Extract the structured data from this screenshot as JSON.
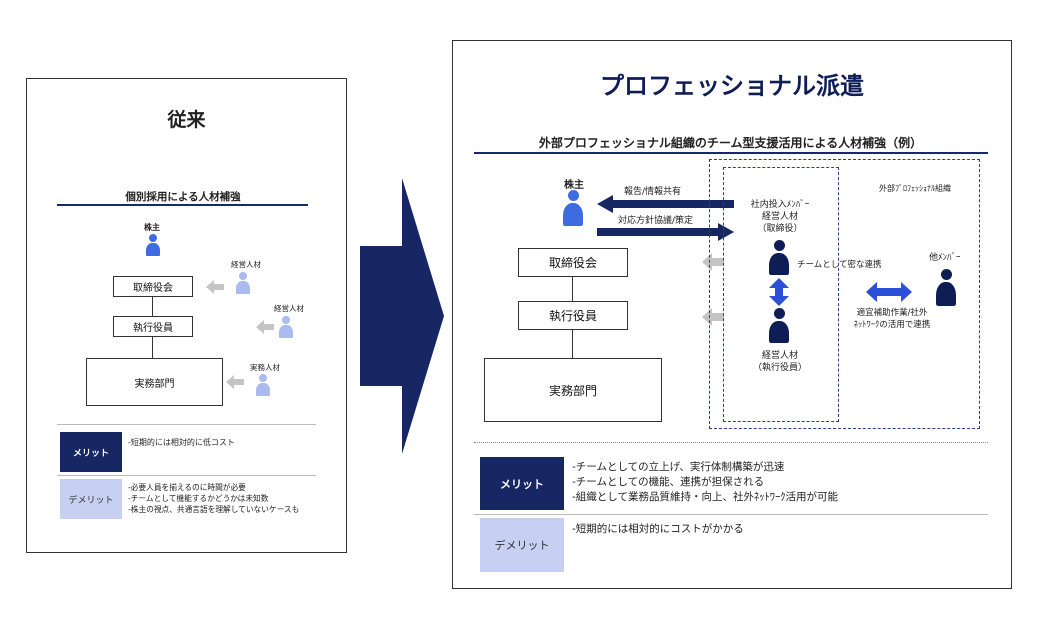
{
  "left": {
    "title": "従来",
    "subtitle": "個別採用による人材補強",
    "shareholder": "株主",
    "board": "取締役会",
    "executives": "執行役員",
    "operations": "実務部門",
    "talent1": "経営人材",
    "talent2": "経営人材",
    "talent3": "実務人材",
    "merit_label": "メリット",
    "merit_text": "-短期的には相対的に低コスト",
    "demerit_label": "デメリット",
    "demerit_lines": [
      "-必要人員を揃えるのに時間が必要",
      "-チームとして機能するかどうかは未知数",
      "-株主の視点、共通言語を理解していないケースも"
    ]
  },
  "right": {
    "title": "プロフェッショナル派遣",
    "subtitle": "外部プロフェッショナル組織のチーム型支援活用による人材補強（例）",
    "shareholder": "株主",
    "arrow_report": "報告/情報共有",
    "arrow_policy": "対応方針協議/策定",
    "board": "取締役会",
    "executives": "執行役員",
    "operations": "実務部門",
    "insourced_lines": [
      "社内投入ﾒﾝﾊﾞｰ",
      "経営人材",
      "（取締役）"
    ],
    "exec_talent_lines": [
      "経営人材",
      "（執行役員）"
    ],
    "team_link": "チームとして密な連携",
    "external_org": "外部ﾌﾟﾛﾌｪｯｼｮﾅﾙ組織",
    "other_member": "他ﾒﾝﾊﾞｰ",
    "support_lines": [
      "適宜補助作業/社外",
      "ﾈｯﾄﾜｰｸの活用で連携"
    ],
    "merit_label": "メリット",
    "merit_lines": [
      "-チームとしての立上げ、実行体制構築が迅速",
      "-チームとしての機能、連携が担保される",
      "-組織として業務品質維持・向上、社外ﾈｯﾄﾜｰｸ活用が可能"
    ],
    "demerit_label": "デメリット",
    "demerit_text": "-短期的には相対的にコストがかかる"
  },
  "colors": {
    "navy": "#162764",
    "accent": "#2b4fd6",
    "pale": "#c7d0f2",
    "person_pale": "#a9bbef",
    "person_navy": "#0f1d55",
    "person_blue": "#3d6be0"
  },
  "icons": [
    "person-icon",
    "arrow-left-icon",
    "arrow-right-icon",
    "double-arrow-icon",
    "big-right-arrow-icon"
  ]
}
